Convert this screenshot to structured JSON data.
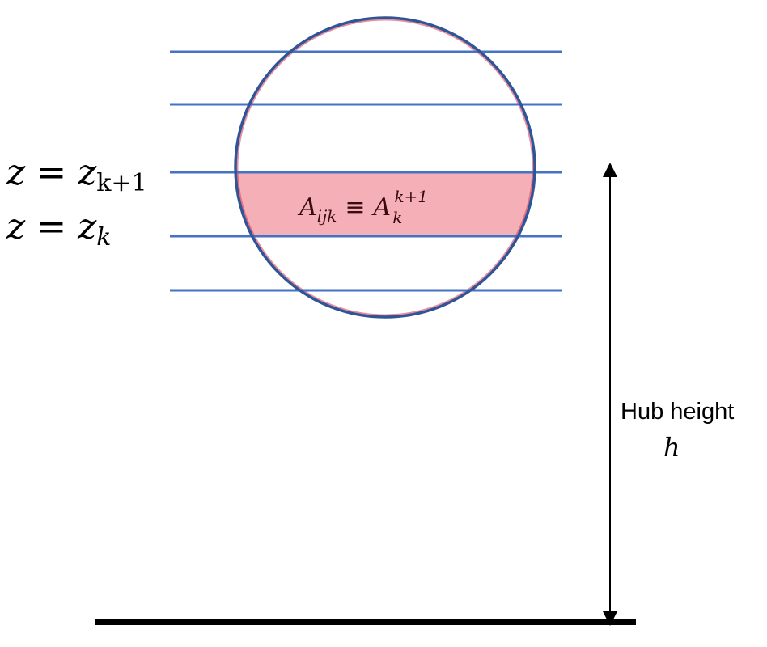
{
  "labels": {
    "z_upper": {
      "var": "z",
      "eq": "=",
      "sub_var": "z",
      "sub_index": "k+1"
    },
    "z_lower": {
      "var": "z",
      "eq": "=",
      "sub_var": "z",
      "sub_index": "k"
    },
    "area": {
      "base": "A",
      "base_sub": "ijk",
      "equiv": "≡",
      "rhs": "A",
      "rhs_sub": "k",
      "rhs_sup": "k+1"
    },
    "hub_height": "Hub height",
    "hub_symbol": "h"
  },
  "colors": {
    "level_lines": "#4472c4",
    "circle": "#2f5597",
    "band_fill": "#f4a6ae",
    "band_edge": "#d9455f",
    "ground": "#000000",
    "arrow": "#000000",
    "text": "#000000",
    "area_text": "#3a0a10"
  }
}
